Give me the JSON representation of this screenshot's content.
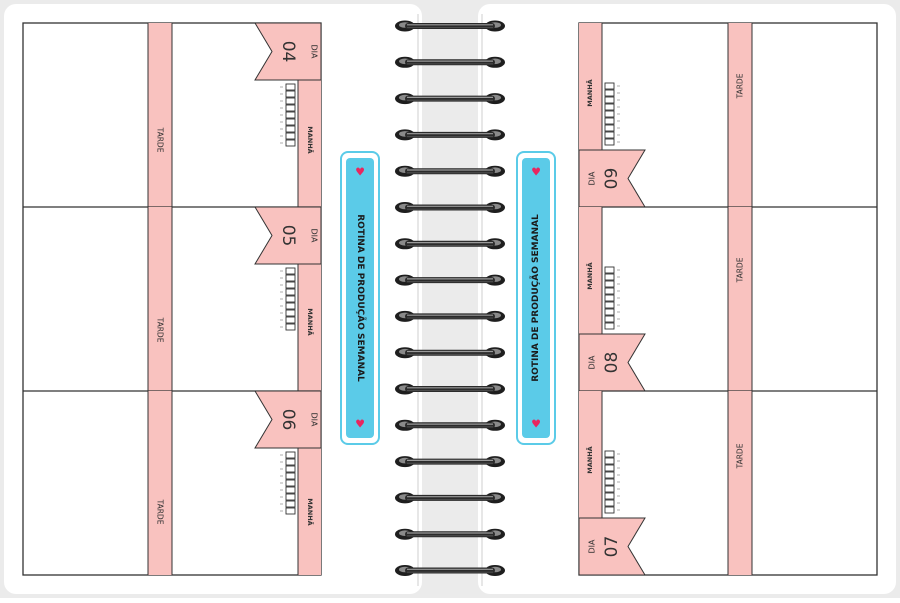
{
  "colors": {
    "pink": "#f9c2bf",
    "blue": "#5bcbe8",
    "heart": "#e8265f",
    "line": "#333333",
    "paper": "#ffffff",
    "background": "#ebebeb"
  },
  "labels": {
    "dia": "DIA",
    "manha": "MANHÃ",
    "tarde": "TARDE"
  },
  "banner": {
    "title": "ROTINA DE PRODUÇÃO SEMANAL"
  },
  "left_page": {
    "days": [
      {
        "number": "04"
      },
      {
        "number": "05"
      },
      {
        "number": "06"
      }
    ]
  },
  "right_page": {
    "days": [
      {
        "number": "09"
      },
      {
        "number": "08"
      },
      {
        "number": "07"
      }
    ]
  },
  "checklist": {
    "boxes_per_day": 9
  }
}
